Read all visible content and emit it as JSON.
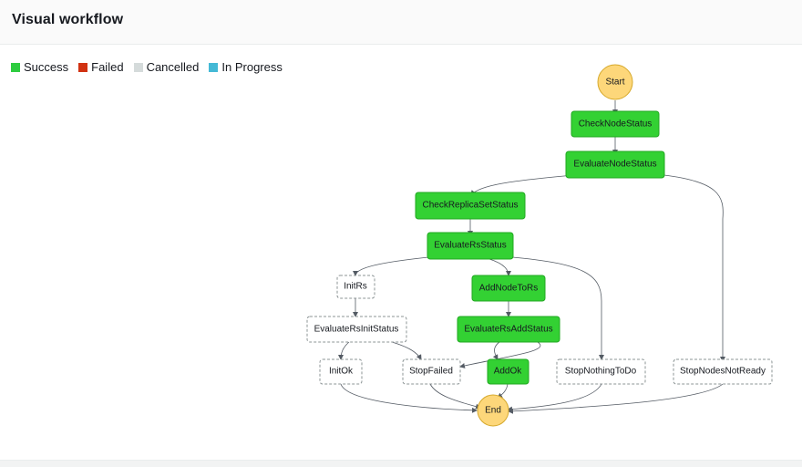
{
  "header": {
    "title": "Visual workflow"
  },
  "legend": [
    {
      "label": "Success",
      "color": "#2ecc40"
    },
    {
      "label": "Failed",
      "color": "#d13212"
    },
    {
      "label": "Cancelled",
      "color": "#d5dbdb"
    },
    {
      "label": "In Progress",
      "color": "#44b9d6"
    }
  ],
  "colors": {
    "success": "#33d133",
    "success_border": "#21a821",
    "terminal": "#fdd77a",
    "terminal_border": "#d6a92c",
    "edge": "#545b64"
  },
  "nodes": {
    "start": {
      "label": "Start",
      "status": "terminal"
    },
    "checkNodeStatus": {
      "label": "CheckNodeStatus",
      "status": "success"
    },
    "evaluateNodeStatus": {
      "label": "EvaluateNodeStatus",
      "status": "success"
    },
    "checkReplicaSetStatus": {
      "label": "CheckReplicaSetStatus",
      "status": "success"
    },
    "evaluateRsStatus": {
      "label": "EvaluateRsStatus",
      "status": "success"
    },
    "initRs": {
      "label": "InitRs",
      "status": "notrun"
    },
    "addNodeToRs": {
      "label": "AddNodeToRs",
      "status": "success"
    },
    "evaluateRsInitStatus": {
      "label": "EvaluateRsInitStatus",
      "status": "notrun"
    },
    "evaluateRsAddStatus": {
      "label": "EvaluateRsAddStatus",
      "status": "success"
    },
    "initOk": {
      "label": "InitOk",
      "status": "notrun"
    },
    "stopFailed": {
      "label": "StopFailed",
      "status": "notrun"
    },
    "addOk": {
      "label": "AddOk",
      "status": "success"
    },
    "stopNothingToDo": {
      "label": "StopNothingToDo",
      "status": "notrun"
    },
    "stopNodesNotReady": {
      "label": "StopNodesNotReady",
      "status": "notrun"
    },
    "end": {
      "label": "End",
      "status": "terminal"
    }
  }
}
